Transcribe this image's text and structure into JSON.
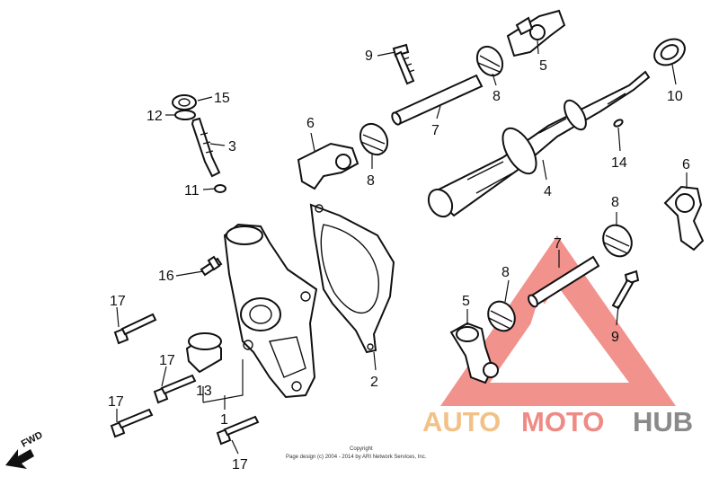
{
  "diagram": {
    "labels": {
      "l1": "1",
      "l2": "2",
      "l3": "3",
      "l4": "4",
      "l5a": "5",
      "l5b": "5",
      "l6a": "6",
      "l6b": "6",
      "l7a": "7",
      "l7b": "7",
      "l8a": "8",
      "l8b": "8",
      "l8c": "8",
      "l8d": "8",
      "l9a": "9",
      "l9b": "9",
      "l10": "10",
      "l11": "11",
      "l12": "12",
      "l13": "13",
      "l14": "14",
      "l15": "15",
      "l16": "16",
      "l17a": "17",
      "l17b": "17",
      "l17c": "17",
      "l17d": "17"
    },
    "fwd": "FWD",
    "copyright_line1": "Copyright",
    "copyright_line2": "Page design (c) 2004 - 2014 by ARI Network Services, Inc.",
    "watermark": {
      "auto": "AUTO",
      "moto": "MOTO",
      "hub": "HUB",
      "colors": {
        "auto": "#f2c188",
        "moto": "#ef8a84",
        "hub": "#8a8a8a",
        "triangle": "#f07f79"
      }
    }
  }
}
